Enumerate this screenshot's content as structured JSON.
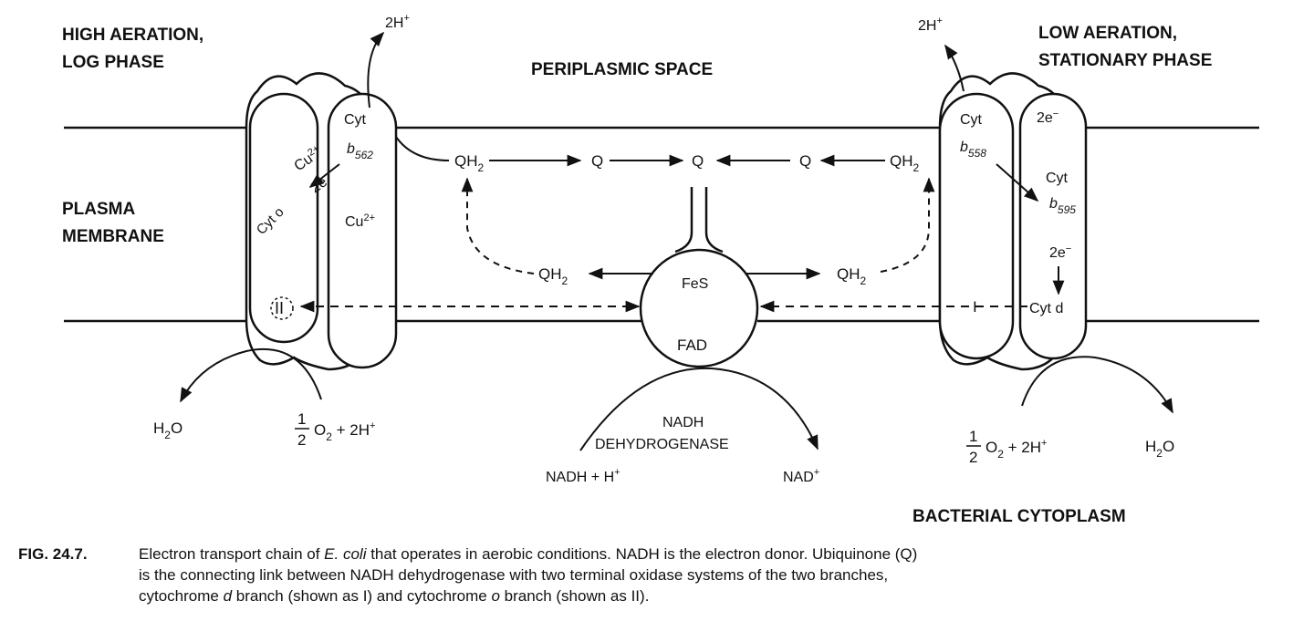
{
  "labels": {
    "high_aeration_1": "HIGH AERATION,",
    "high_aeration_2": "LOG PHASE",
    "low_aeration_1": "LOW AERATION,",
    "low_aeration_2": "STATIONARY PHASE",
    "periplasmic_space": "PERIPLASMIC SPACE",
    "plasma_membrane_1": "PLASMA",
    "plasma_membrane_2": "MEMBRANE",
    "bacterial_cytoplasm": "BACTERIAL CYTOPLASM"
  },
  "left_complex": {
    "proton_out": "2H",
    "cyt": "Cyt",
    "b562": "b",
    "b562_sub": "562",
    "cu2_top": "Cu",
    "two_e": "2e",
    "cyt_o": "Cyt o",
    "cu2_bottom": "Cu",
    "branch_label": "II",
    "water": "H",
    "water_sub": "2",
    "water_o": "O",
    "oxygen": "O",
    "oxygen_sub": "2",
    "oxygen_rest": " + 2H",
    "half_num": "1",
    "half_den": "2"
  },
  "right_complex": {
    "proton_out": "2H",
    "cyt_top": "Cyt",
    "b558": "b",
    "b558_sub": "558",
    "two_e_top": "2e",
    "cyt_mid": "Cyt",
    "b595": "b",
    "b595_sub": "595",
    "two_e_bottom": "2e",
    "cyt_d": "Cyt d",
    "branch_label": "I",
    "water": "H",
    "water_sub": "2",
    "water_o": "O",
    "oxygen": "O",
    "oxygen_sub": "2",
    "oxygen_rest": " + 2H",
    "half_num": "1",
    "half_den": "2"
  },
  "quinone_pool": {
    "qh2_left": "QH",
    "q_left": "Q",
    "q_center": "Q",
    "q_right": "Q",
    "qh2_right": "QH",
    "qh2_lower_left": "QH",
    "qh2_lower_right": "QH",
    "sub": "2"
  },
  "dehydrogenase": {
    "fes": "FeS",
    "fad": "FAD",
    "name_1": "NADH",
    "name_2": "DEHYDROGENASE",
    "substrate": "NADH + H",
    "product": "NAD"
  },
  "caption": {
    "fig_label": "FIG. 24.7.",
    "line1_a": "Electron transport chain of ",
    "line1_italic": "E. coli",
    "line1_b": " that operates in aerobic conditions. NADH is the electron donor. Ubiquinone (Q)",
    "line2": "is the connecting link between NADH dehydrogenase with two terminal oxidase systems of the two branches,",
    "line3_a": "cytochrome ",
    "line3_d": "d",
    "line3_b": " branch (shown as I) and cytochrome ",
    "line3_o": "o",
    "line3_c": " branch (shown as II)."
  }
}
